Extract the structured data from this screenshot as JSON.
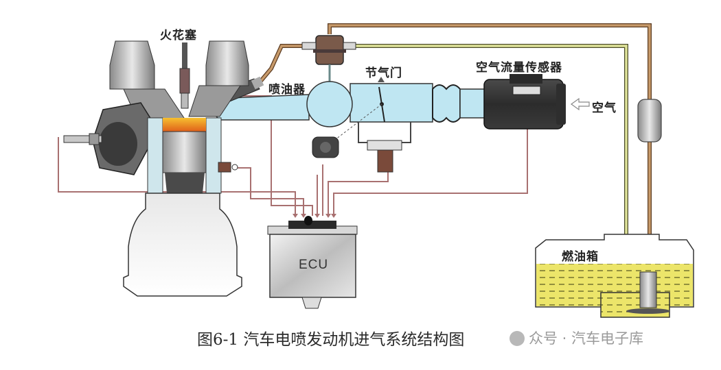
{
  "labels": {
    "spark_plug": "火花塞",
    "injector": "喷油器",
    "throttle": "节气门",
    "air_flow_sensor": "空气流量传感器",
    "air": "空气",
    "ecu": "ECU",
    "fuel_tank": "燃油箱"
  },
  "caption": {
    "text": "图6-1  汽车电喷发动机进气系统结构图"
  },
  "watermark": {
    "text": "众号 · 汽车电子库"
  },
  "colors": {
    "intake_air": "#bfe6f2",
    "fuel_line": "#c79a6a",
    "return_line": "#dfe39a",
    "fuel": "#e9e35a",
    "signal_wire": "#a87070",
    "combustion": "#f08a2a"
  }
}
